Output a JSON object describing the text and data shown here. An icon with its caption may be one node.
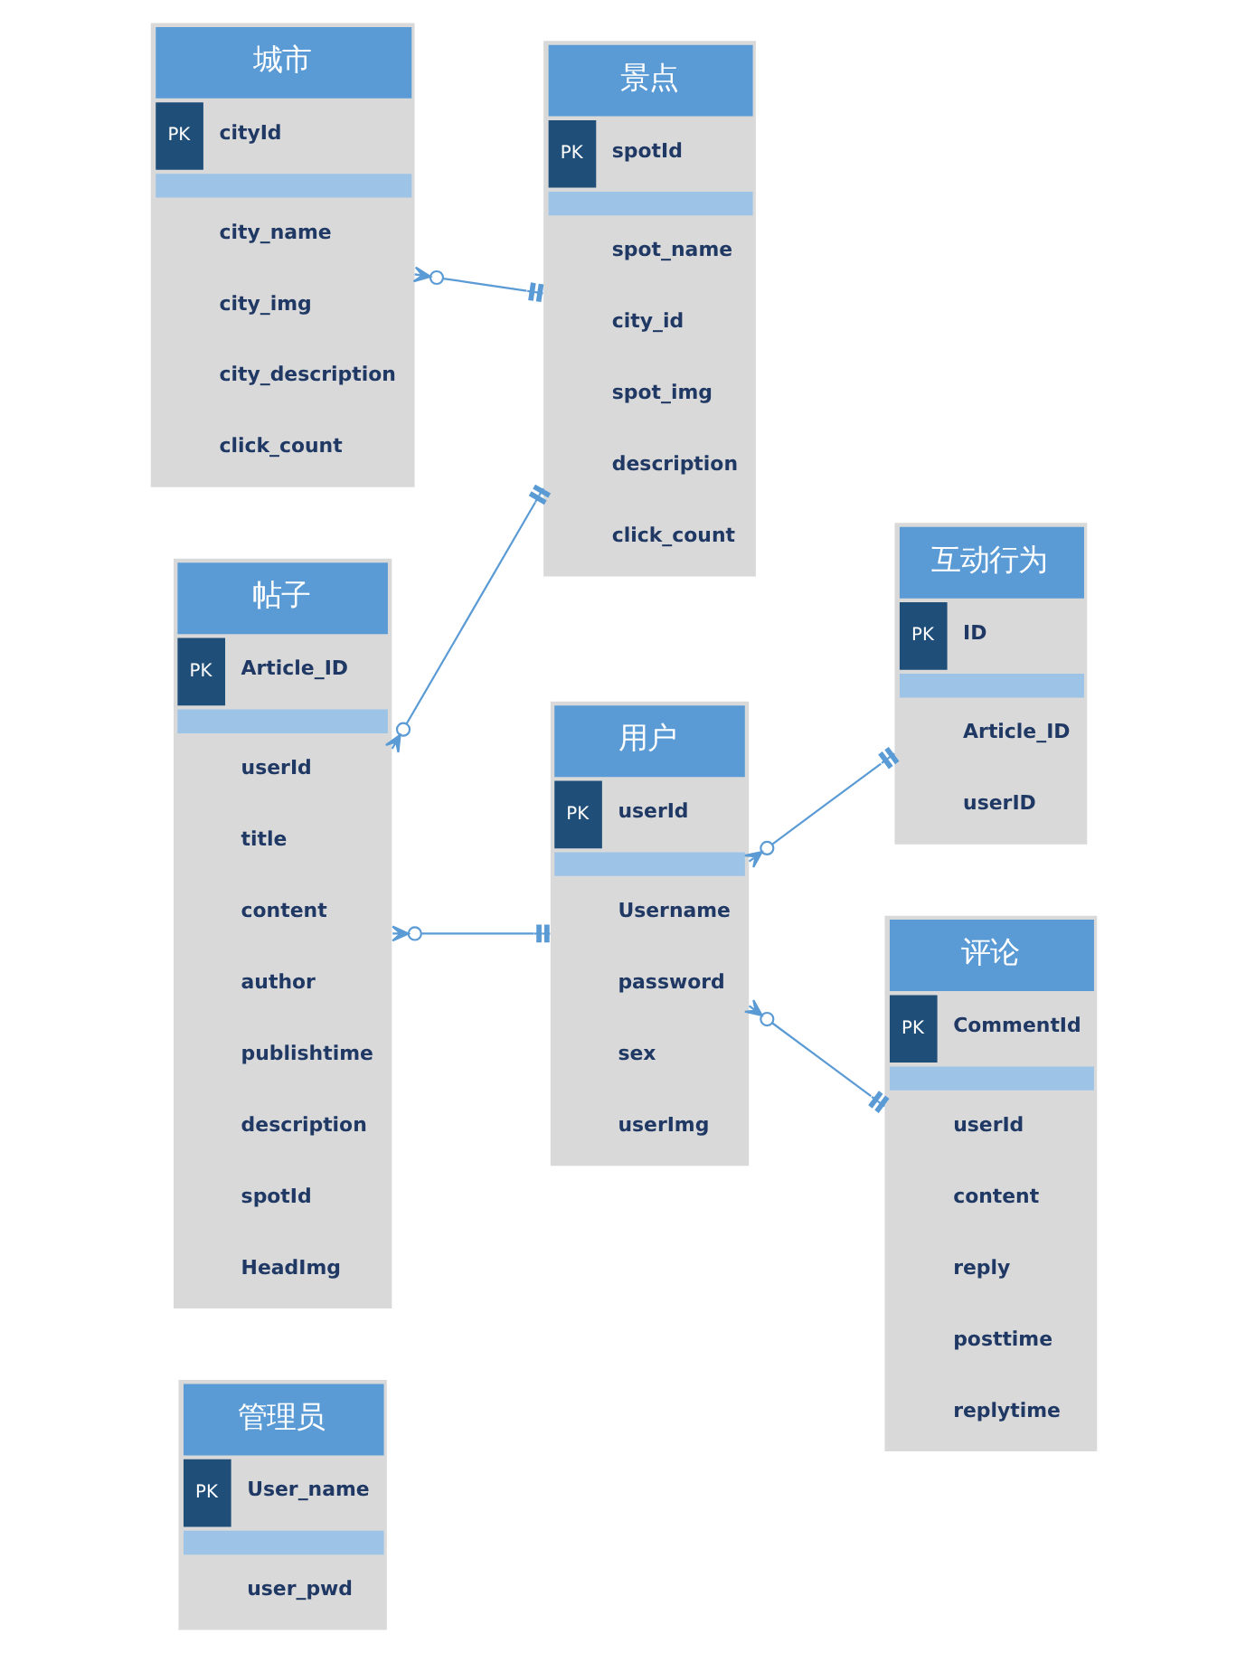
{
  "diagram": {
    "nodes": [
      {
        "text": [
          "管理员",
          "PK",
          "User_name",
          "user_pwd"
        ]
      },
      {
        "text": [
          "帖子",
          "PK",
          "Article_ID",
          "userId",
          "title",
          "content",
          "author",
          "publishtime",
          "description",
          "spotId",
          "HeadImg"
        ]
      },
      {
        "text": [
          "景点",
          "PK",
          "spotId",
          "spot_name",
          "city_id",
          "spot_img",
          "description",
          "click_count"
        ]
      },
      {
        "text": [
          "城市",
          "PK",
          "cityId",
          "city_name",
          "city_img",
          "city_description",
          "click_count"
        ]
      },
      {
        "text": [
          "互动行为",
          "PK",
          "ID",
          "Article_ID",
          "userID"
        ]
      },
      {
        "text": [
          "用户",
          "PK",
          "userId",
          "Username",
          "password",
          "sex",
          "userImg"
        ]
      },
      {
        "text": [
          "评论",
          "PK",
          "CommentId",
          "userId",
          "content",
          "reply",
          "posttime",
          "replytime"
        ]
      }
    ],
    "edges": [
      {
        "from": 1,
        "to": 5,
        "arrow": "other"
      },
      {
        "from": 1,
        "to": 2,
        "arrow": "other"
      },
      {
        "from": 3,
        "to": 2,
        "arrow": "other"
      },
      {
        "from": 5,
        "to": 4,
        "arrow": "other"
      },
      {
        "from": 5,
        "to": 6,
        "arrow": "other"
      }
    ]
  }
}
